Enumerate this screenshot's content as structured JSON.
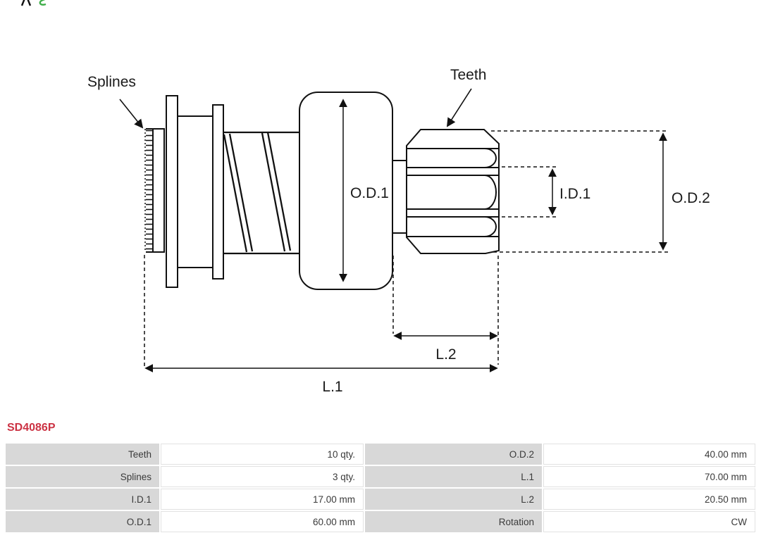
{
  "brand": {
    "logo_icon": "as-pl-logo"
  },
  "drawing": {
    "labels": {
      "splines": "Splines",
      "teeth": "Teeth",
      "od1": "O.D.1",
      "id1": "I.D.1",
      "od2": "O.D.2",
      "l1": "L.1",
      "l2": "L.2"
    }
  },
  "part_number": "SD4086P",
  "colors": {
    "part_number": "#cc3344",
    "table_label_bg": "#d8d8d8",
    "logo_green": "#3fae49",
    "line": "#111111"
  },
  "table": {
    "rows": [
      {
        "label1": "Teeth",
        "value1": "10 qty.",
        "label2": "O.D.2",
        "value2": "40.00 mm"
      },
      {
        "label1": "Splines",
        "value1": "3 qty.",
        "label2": "L.1",
        "value2": "70.00 mm"
      },
      {
        "label1": "I.D.1",
        "value1": "17.00 mm",
        "label2": "L.2",
        "value2": "20.50 mm"
      },
      {
        "label1": "O.D.1",
        "value1": "60.00 mm",
        "label2": "Rotation",
        "value2": "CW"
      }
    ]
  }
}
